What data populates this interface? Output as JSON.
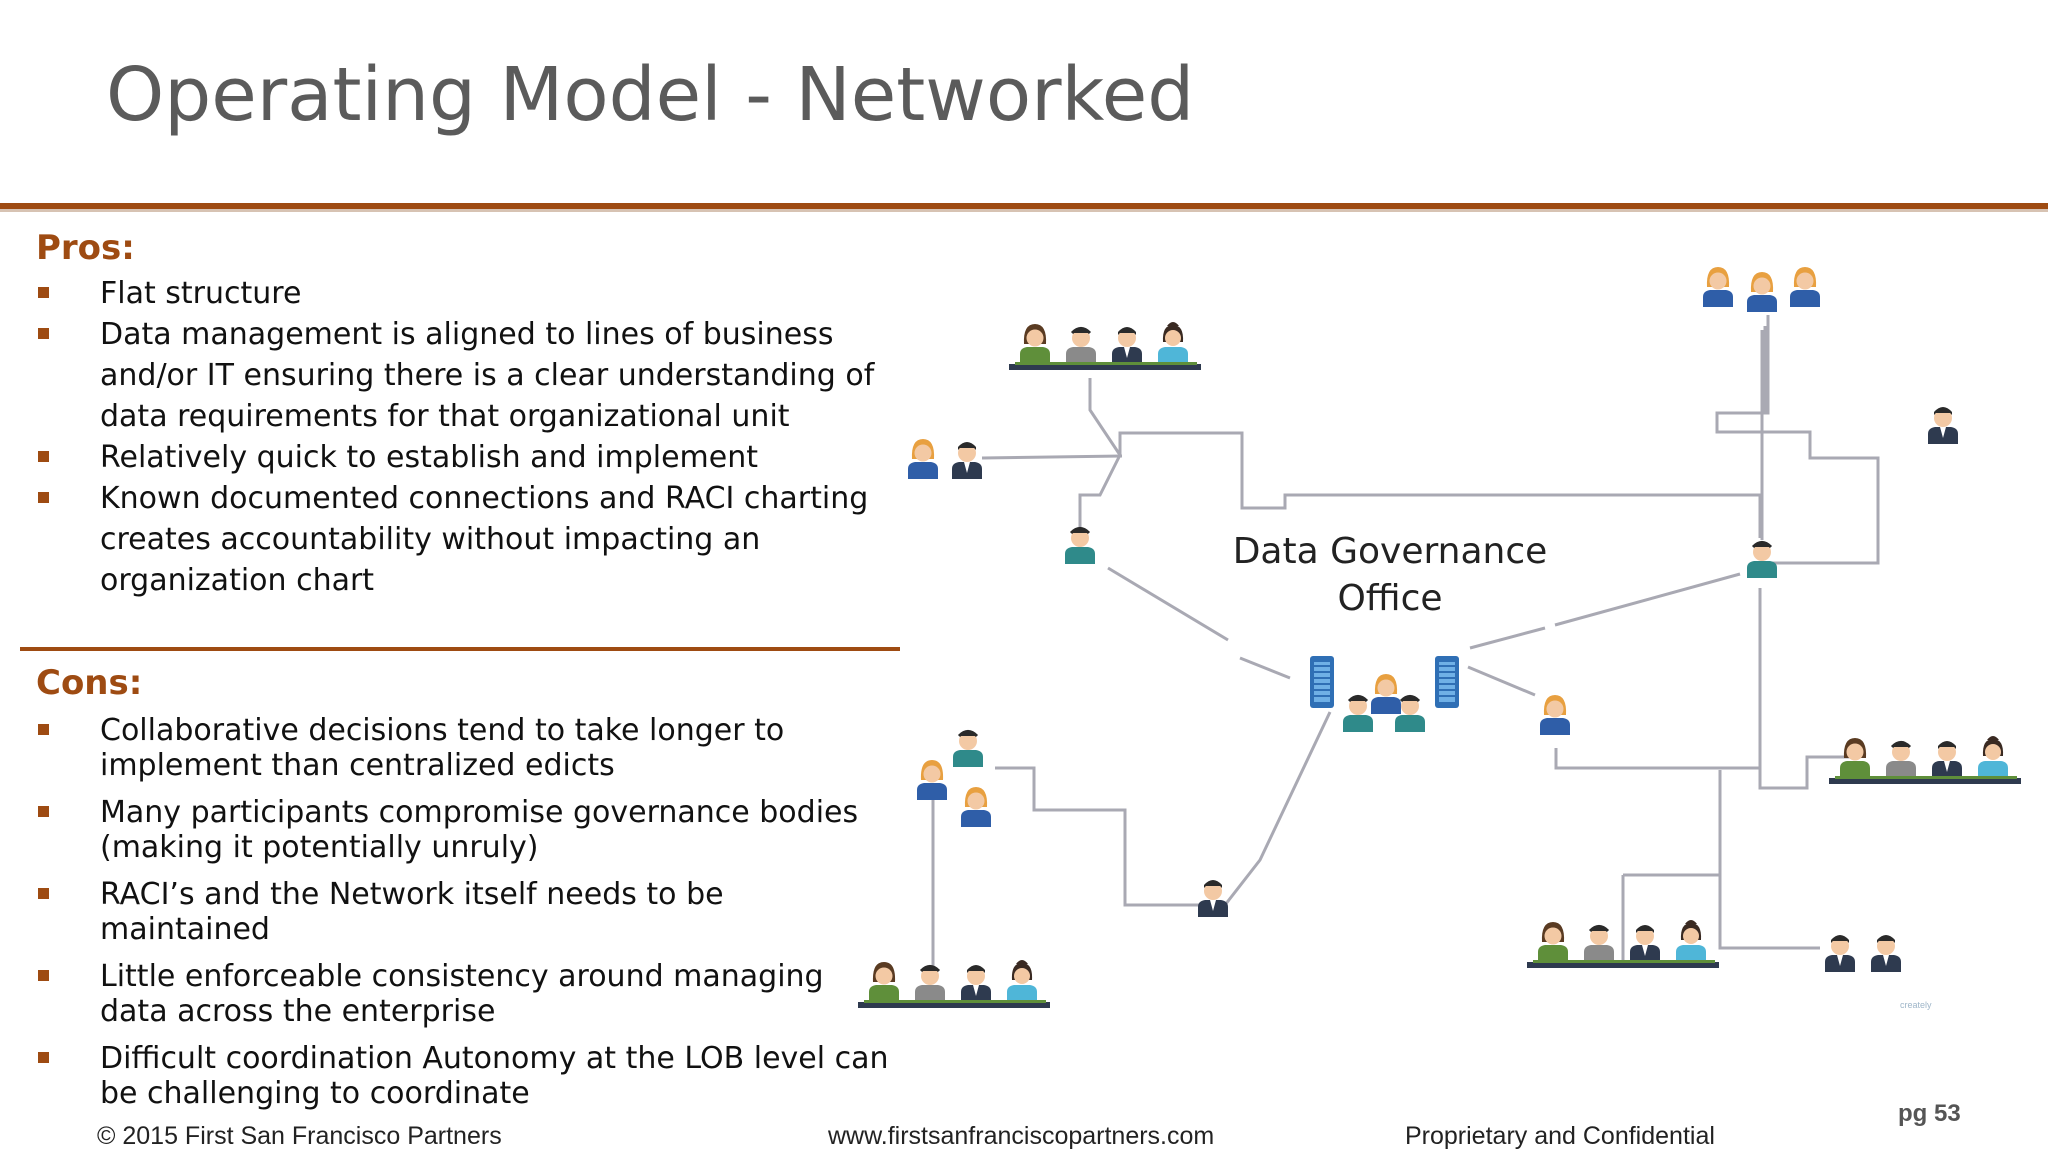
{
  "title": "Operating Model - Networked",
  "pros": {
    "heading": "Pros:",
    "items": [
      "Flat structure",
      "Data management is aligned to lines of business and/or IT ensuring there is a clear understanding of data requirements for that organizational unit",
      "Relatively quick to establish and implement",
      "Known documented connections and RACI charting creates accountability without impacting an organization chart"
    ]
  },
  "cons": {
    "heading": "Cons:",
    "items": [
      "Collaborative decisions tend to take longer to implement than centralized edicts",
      "Many participants compromise governance bodies (making it potentially unruly)",
      "RACI’s and the Network itself needs to be maintained",
      "Little enforceable consistency around managing data across the enterprise",
      "Difficult coordination Autonomy at the LOB level can be challenging to coordinate"
    ]
  },
  "diagram": {
    "center_label": "Data Governance Office",
    "watermark": "creately"
  },
  "footer": {
    "copyright": "© 2015 First San Francisco Partners",
    "website": "www.firstsanfranciscopartners.com",
    "confidential": "Proprietary and Confidential",
    "page": "pg 53"
  },
  "colors": {
    "accent": "#9e4b12",
    "title": "#5b5b5b",
    "connector": "#a9a9b3"
  }
}
